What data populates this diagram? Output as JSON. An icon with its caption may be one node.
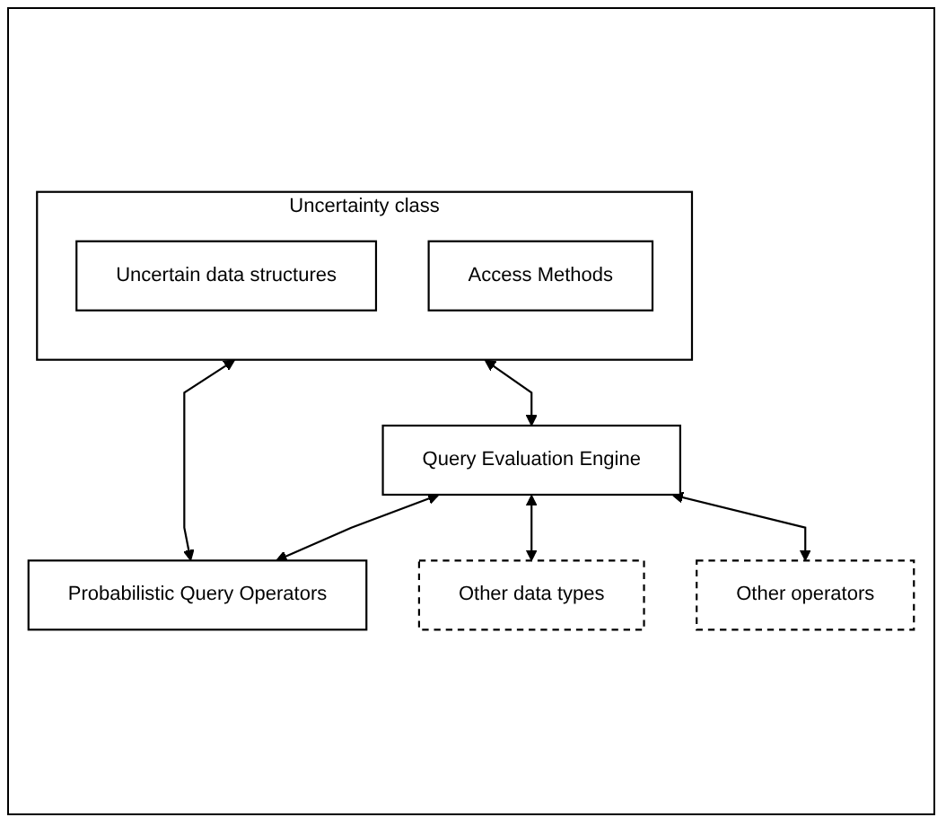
{
  "diagram": {
    "nodes": [
      {
        "text": [
          "Uncertainty class"
        ]
      },
      {
        "text": [
          "Uncertain data structures"
        ],
        "in": 0
      },
      {
        "text": [
          "Access Methods"
        ],
        "in": 0
      },
      {
        "text": [
          "Probabilistic Query Operators"
        ]
      },
      {
        "text": [
          "Query Evaluation Engine"
        ]
      },
      {
        "text": [
          "Other data types"
        ]
      },
      {
        "text": [
          "Other operators"
        ]
      }
    ],
    "edges": [
      {
        "from": 0,
        "to": 3,
        "arrow": "both"
      },
      {
        "from": 0,
        "to": 4,
        "arrow": "both"
      },
      {
        "from": 4,
        "to": 3,
        "arrow": "both"
      },
      {
        "from": 4,
        "to": 5,
        "arrow": "both"
      },
      {
        "from": 4,
        "to": 6,
        "arrow": "both"
      }
    ]
  }
}
